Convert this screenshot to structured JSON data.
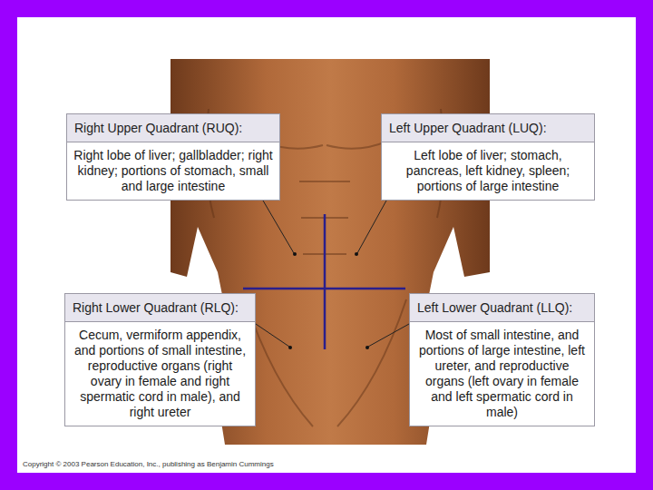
{
  "diagram": {
    "nodes": [
      {
        "text": [
          "Right Upper Quadrant (RUQ):",
          "Right lobe of liver; gallbladder; right kidney; portions of stomach, small and large intestine"
        ]
      },
      {
        "text": [
          "Left Upper Quadrant (LUQ):",
          "Left lobe of liver; stomach, pancreas, left kidney, spleen; portions of large intestine"
        ]
      },
      {
        "text": [
          "Right Lower Quadrant (RLQ):",
          "Cecum, vermiform appendix, and portions of small intestine, reproductive organs (right ovary in female and right spermatic cord in male), and right ureter"
        ]
      },
      {
        "text": [
          "Left Lower Quadrant (LLQ):",
          "Most of small intestine, and portions of large intestine, left ureter, and reproductive organs (left ovary in female and left spermatic cord in male)"
        ]
      }
    ],
    "labels": [
      "Copyright © 2003 Pearson Education, Inc., publishing as Benjamin Cummings"
    ]
  }
}
